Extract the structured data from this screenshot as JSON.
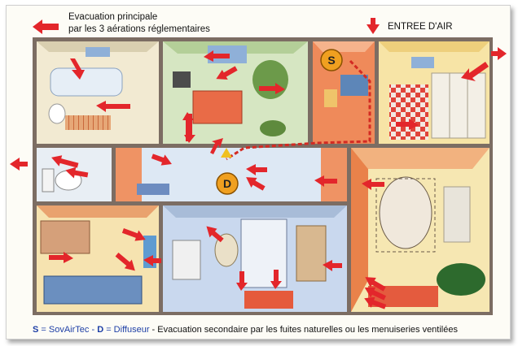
{
  "header": {
    "title_line1": "Evacuation principale",
    "title_line2": "par les 3 aérations réglementaires",
    "air_inlet_label": "ENTREE D'AIR"
  },
  "markers": {
    "s_label": "S",
    "d_label": "D"
  },
  "legend": {
    "s_key": "S",
    "s_value": " = SovAirTec",
    "separator": " - ",
    "d_key": "D",
    "d_value": " = Diffuseur",
    "description": "  - Evacuation secondaire par les fuites naturelles ou les menuiseries ventilées"
  },
  "colors": {
    "arrow": "#e3262b",
    "marker_fill": "#f0a020",
    "wall_orange": "#e9824a",
    "floor_blue": "#c9d8ee",
    "floor_green": "#cfe3b8",
    "floor_yellow": "#f6e3a0",
    "legend_blue": "#1e3fa6"
  }
}
